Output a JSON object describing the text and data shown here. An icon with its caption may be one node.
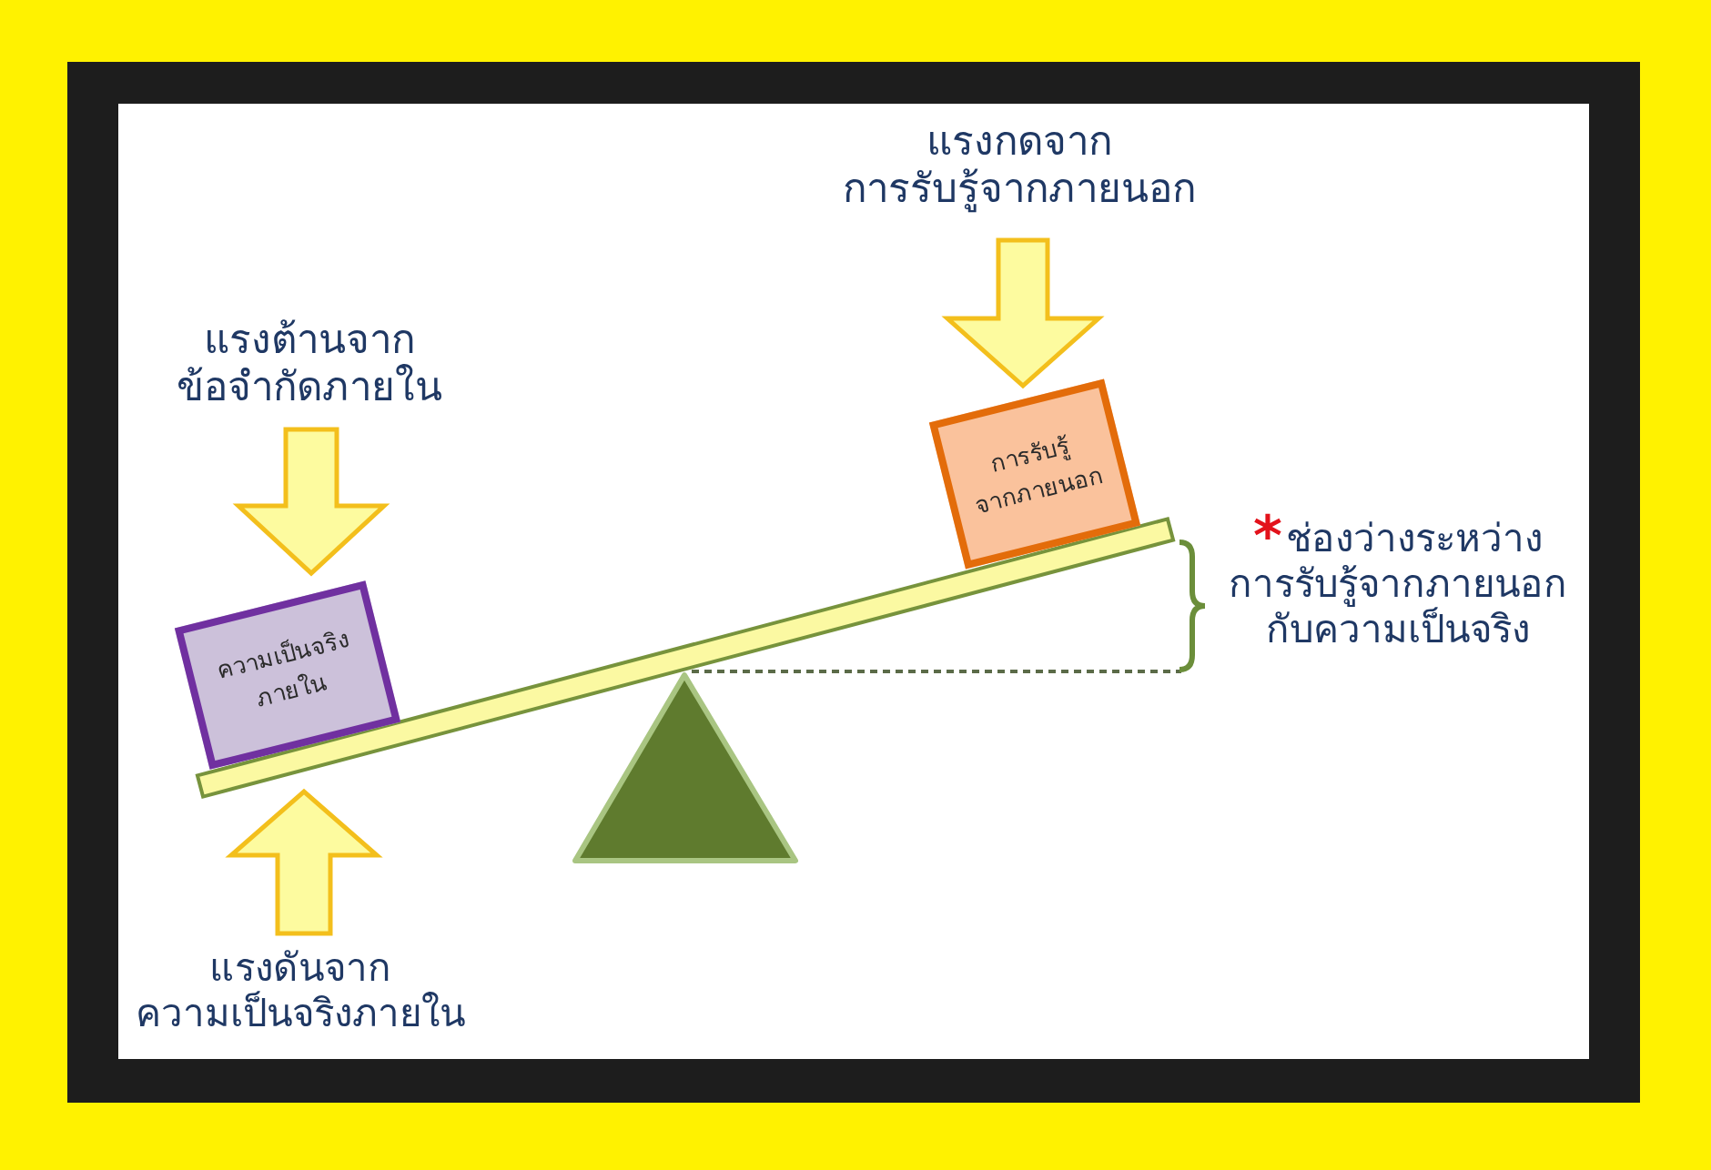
{
  "diagram": {
    "nodes": [
      {
        "text": [
          "ความเป็นจริง ภายใน"
        ]
      },
      {
        "text": [
          "การรับรู้ จากภายนอก"
        ]
      }
    ],
    "labels": [
      "แรงกดจาก การรับรู้จากภายนอก",
      "แรงต้านจาก ข้อจำกัดภายใน",
      "$^{*}$ช่องว่างระหว่าง การรับรู้จากภายนอก กับความเป็นจริง",
      "แรงดันจาก ความเป็นจริงภายใน"
    ]
  }
}
